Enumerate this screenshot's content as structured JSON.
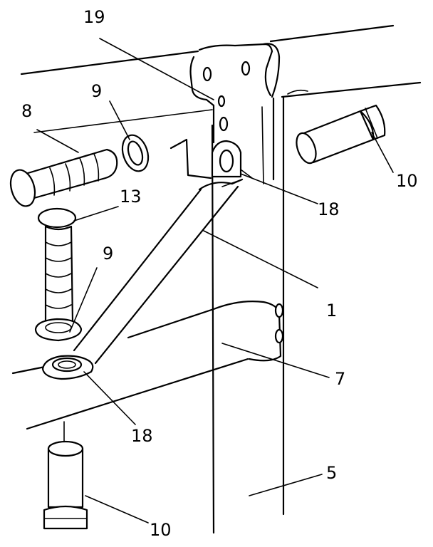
{
  "labels": {
    "l19": "19",
    "l9a": "9",
    "l8": "8",
    "l10a": "10",
    "l13": "13",
    "l18a": "18",
    "l9b": "9",
    "l1": "1",
    "l7": "7",
    "l18b": "18",
    "l5": "5",
    "l10b": "10"
  }
}
